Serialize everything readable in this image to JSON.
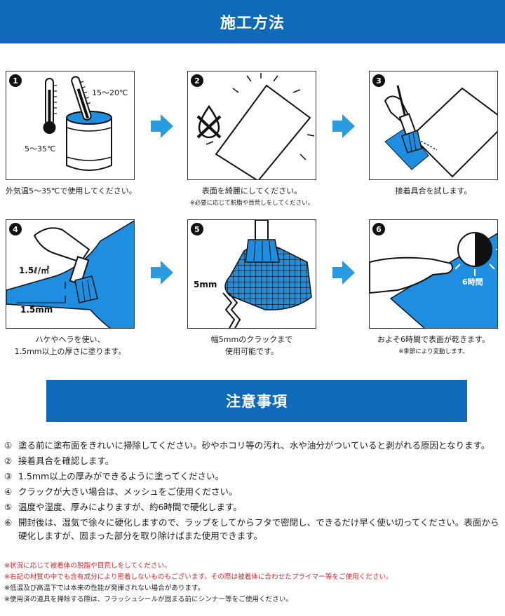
{
  "header": {
    "title": "施工方法"
  },
  "steps": [
    {
      "num": "1",
      "caption": "外気温5～35℃で使用してください。",
      "labels": {
        "temp_high": "15～20℃",
        "temp_low": "5～35℃"
      }
    },
    {
      "num": "2",
      "caption": "表面を綺麗にしてください。",
      "note": "※必要に応じて脱脂や目荒しをしてください。"
    },
    {
      "num": "3",
      "caption": "接着具合を試します。"
    },
    {
      "num": "4",
      "caption_line1": "ハケやヘラを使い、",
      "caption_line2": "1.5mm以上の厚さに塗ります。",
      "labels": {
        "amount": "1.5ℓ/㎡",
        "thickness": "1.5mm"
      }
    },
    {
      "num": "5",
      "caption_line1": "幅5mmのクラックまで",
      "caption_line2": "使用可能です。",
      "labels": {
        "crack": "5mm"
      }
    },
    {
      "num": "6",
      "caption": "およそ6時間で表面が乾きます。",
      "note": "※季節により変動します。",
      "labels": {
        "hours": "6時間"
      }
    }
  ],
  "cautions": {
    "title": "注意事項",
    "items": [
      {
        "mark": "①",
        "text": "塗る前に塗布面をきれいに掃除してください。砂やホコリ等の汚れ、水や油分がついていると剥がれる原因となります。"
      },
      {
        "mark": "②",
        "text": "接着具合を確認します。"
      },
      {
        "mark": "③",
        "text": "1.5mm以上の厚みができるように塗ってください。"
      },
      {
        "mark": "④",
        "text": "クラックが大きい場合は、メッシュをご使用ください。"
      },
      {
        "mark": "⑤",
        "text": "温度や湿度、厚みによりますが、約6時間で硬化します。"
      },
      {
        "mark": "⑥",
        "text": "開封後は、湿気で徐々に硬化しますので、ラップをしてからフタで密閉し、できるだけ早く使い切ってください。表面から硬化しますが、固まった部分を取り除けばまた使用できます。"
      }
    ],
    "notes_red": [
      "※状況に応じて被着体の脱脂や目荒しをしてください。",
      "※右記の材質の中でも含有成分により密着しないものもございます。その際は被着体に合わせたプライマー等をご使用ください。"
    ],
    "notes_black": [
      "※低温及び高温下では本来の性能が発揮されない場合があります。",
      "※使用済の道具を掃除する際は、フラッシュシールが固まる前にシンナー等をご使用ください。"
    ]
  },
  "colors": {
    "accent_blue": "#0f6bb9",
    "arrow_blue": "#2a9be0",
    "fill_blue": "#1e8ee0",
    "note_red": "#d8282e"
  },
  "icons": [
    "thermometer-icon",
    "paint-can-icon",
    "no-water-icon",
    "sun-clock-icon",
    "arrow-right-icon"
  ]
}
